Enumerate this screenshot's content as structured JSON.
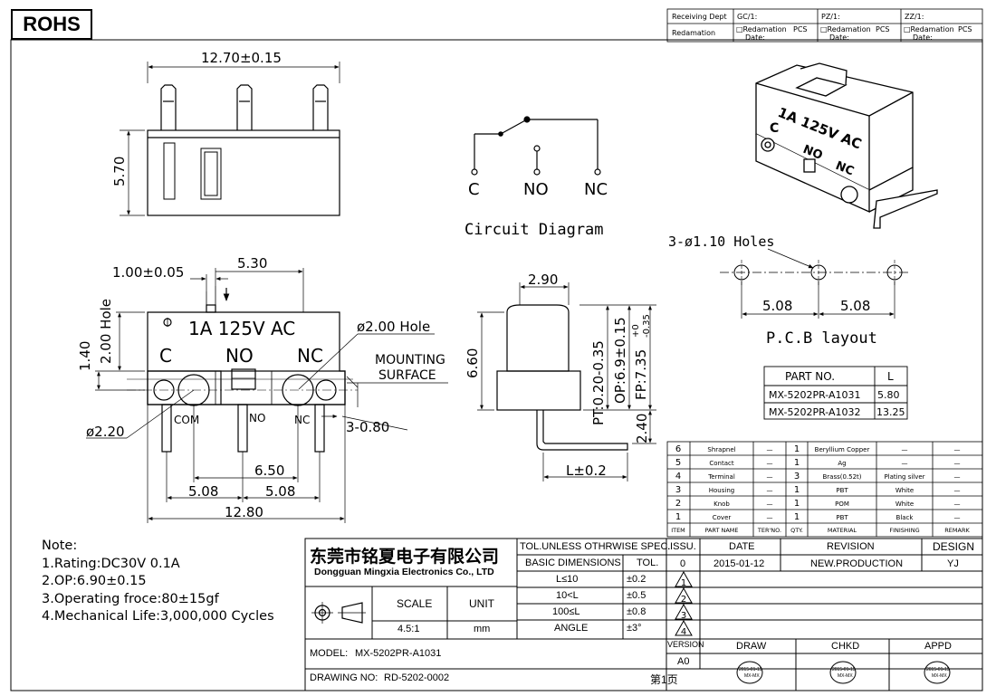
{
  "rohs": "ROHS",
  "receiving": {
    "labels": [
      "Receiving Dept",
      "Redamation"
    ],
    "cols": [
      "GC/1:",
      "PZ/1:",
      "ZZ/1:"
    ],
    "cell_label": "□Redamation",
    "cell_unit": "PCS",
    "cell_date": "Date:"
  },
  "top_view": {
    "width_dim": "12.70±0.15",
    "height_dim": "5.70"
  },
  "circuit": {
    "labels": [
      "C",
      "NO",
      "NC"
    ],
    "title": "Circuit Diagram"
  },
  "front_view": {
    "dims": {
      "d100": "1.00±0.05",
      "d530": "5.30",
      "hole2": "2.00 Hole",
      "d140": "1.40",
      "hole_dia": "ø2.00 Hole",
      "mounting": "MOUNTING",
      "surface": "SURFACE",
      "d080": "3-0.80",
      "dia220": "ø2.20",
      "d650": "6.50",
      "d508a": "5.08",
      "d508b": "5.08",
      "d1280": "12.80"
    },
    "marking": "1A 125V AC",
    "terminals": [
      "C",
      "NO",
      "NC"
    ],
    "pin_labels": [
      "COM",
      "NO",
      "NC"
    ]
  },
  "side_view": {
    "d290": "2.90",
    "d660": "6.60",
    "pt": "PT:0.20-0.35",
    "op": "OP:6.9±0.15",
    "fp": "FP:7.35",
    "fp_tol_plus": "+0",
    "fp_tol_minus": "-0.35",
    "d240": "2.40",
    "l": "L±0.2"
  },
  "iso_view": {
    "marking": "1A 125V AC",
    "labels": [
      "C",
      "NO",
      "NC"
    ]
  },
  "pcb": {
    "holes": "3-ø1.10 Holes",
    "d1": "5.08",
    "d2": "5.08",
    "title": "P.C.B layout"
  },
  "part_table": {
    "headers": [
      "PART NO.",
      "L"
    ],
    "rows": [
      [
        "MX-5202PR-A1031",
        "5.80"
      ],
      [
        "MX-5202PR-A1032",
        "13.25"
      ]
    ]
  },
  "bom": {
    "rows": [
      [
        "6",
        "Shrapnel",
        "—",
        "1",
        "Beryllium Copper",
        "—",
        "—"
      ],
      [
        "5",
        "Contact",
        "—",
        "1",
        "Ag",
        "—",
        "—"
      ],
      [
        "4",
        "Terminal",
        "—",
        "3",
        "Brass(0.52t)",
        "Plating silver",
        "—"
      ],
      [
        "3",
        "Housing",
        "—",
        "1",
        "PBT",
        "White",
        "—"
      ],
      [
        "2",
        "Knob",
        "—",
        "1",
        "POM",
        "White",
        "—"
      ],
      [
        "1",
        "Cover",
        "—",
        "1",
        "PBT",
        "Black",
        "—"
      ]
    ],
    "headers": [
      "ITEM",
      "PART NAME",
      "TER'NO.",
      "QTY.",
      "MATERIAL",
      "FINISHING",
      "REMARK"
    ]
  },
  "notes": {
    "title": "Note:",
    "items": [
      "1.Rating:DC30V  0.1A",
      "2.OP:6.90±0.15",
      "3.Operating  froce:80±15gf",
      "4.Mechanical  Life:3,000,000  Cycles"
    ]
  },
  "title_block": {
    "company_cn": "东莞市铭夏电子有限公司",
    "company_en": "Dongguan Mingxia Electronics Co., LTD",
    "tol_header": "TOL.UNLESS OTHRWISE SPEC.",
    "basic_dim": "BASIC DIMENSIONS",
    "tol": "TOL.",
    "tol_rows": [
      [
        "L≤10",
        "±0.2"
      ],
      [
        "10<L",
        "±0.5"
      ],
      [
        "100≤L",
        "±0.8"
      ],
      [
        "ANGLE",
        "±3°"
      ]
    ],
    "scale_label": "SCALE",
    "unit_label": "UNIT",
    "scale": "4.5:1",
    "unit": "mm",
    "issu": ".ISSU.",
    "date": "DATE",
    "revision": "REVISION",
    "design": "DESIGN",
    "rev_no": "0",
    "rev_date": "2015-01-12",
    "rev_desc": "NEW.PRODUCTION",
    "rev_design": "YJ",
    "triangles": [
      "1",
      "2",
      "3",
      "4"
    ],
    "version": "VERSION",
    "version_val": "A0",
    "draw": "DRAW",
    "chkd": "CHKD",
    "appd": "APPD",
    "stamp_date": "2015-01-15",
    "stamp_code": "MX-MX",
    "model_label": "MODEL:",
    "model": "MX-5202PR-A1031",
    "drawing_label": "DRAWING NO:",
    "drawing": "RD-5202-0002",
    "page": "第1页"
  }
}
